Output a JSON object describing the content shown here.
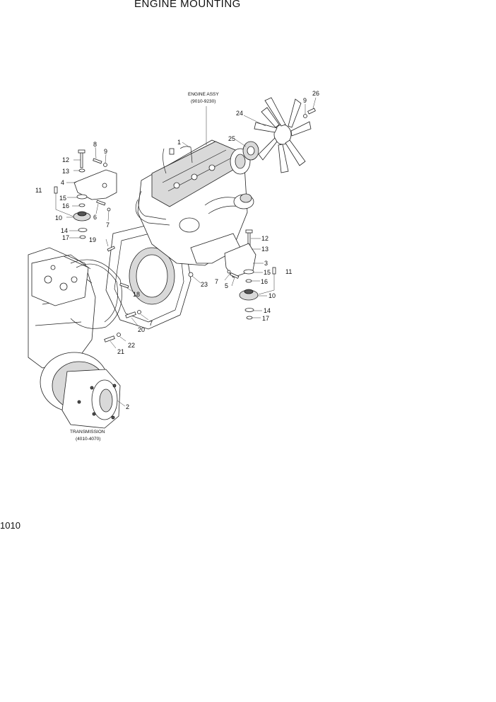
{
  "header": {
    "title": "ENGINE MOUNTING"
  },
  "footer": {
    "page_number": "1010"
  },
  "assemblies": {
    "engine": {
      "name": "ENGINE ASSY",
      "ref": "(9010-9230)"
    },
    "transmission": {
      "name": "TRANSMISSION",
      "ref": "(4010-4070)"
    }
  },
  "callouts": {
    "c1": "1",
    "c2": "2",
    "c3": "3",
    "c4": "4",
    "c5": "5",
    "c6": "6",
    "c7a": "7",
    "c7b": "7",
    "c7c": "7",
    "c8": "8",
    "c9a": "9",
    "c9b": "9",
    "c10a": "10",
    "c10b": "10",
    "c11a": "11",
    "c11b": "11",
    "c12a": "12",
    "c12b": "12",
    "c13a": "13",
    "c13b": "13",
    "c14a": "14",
    "c14b": "14",
    "c15a": "15",
    "c15b": "15",
    "c16a": "16",
    "c16b": "16",
    "c17a": "17",
    "c17b": "17",
    "c18": "18",
    "c19": "19",
    "c20": "20",
    "c21": "21",
    "c22": "22",
    "c23": "23",
    "c24": "24",
    "c25": "25",
    "c26": "26"
  }
}
